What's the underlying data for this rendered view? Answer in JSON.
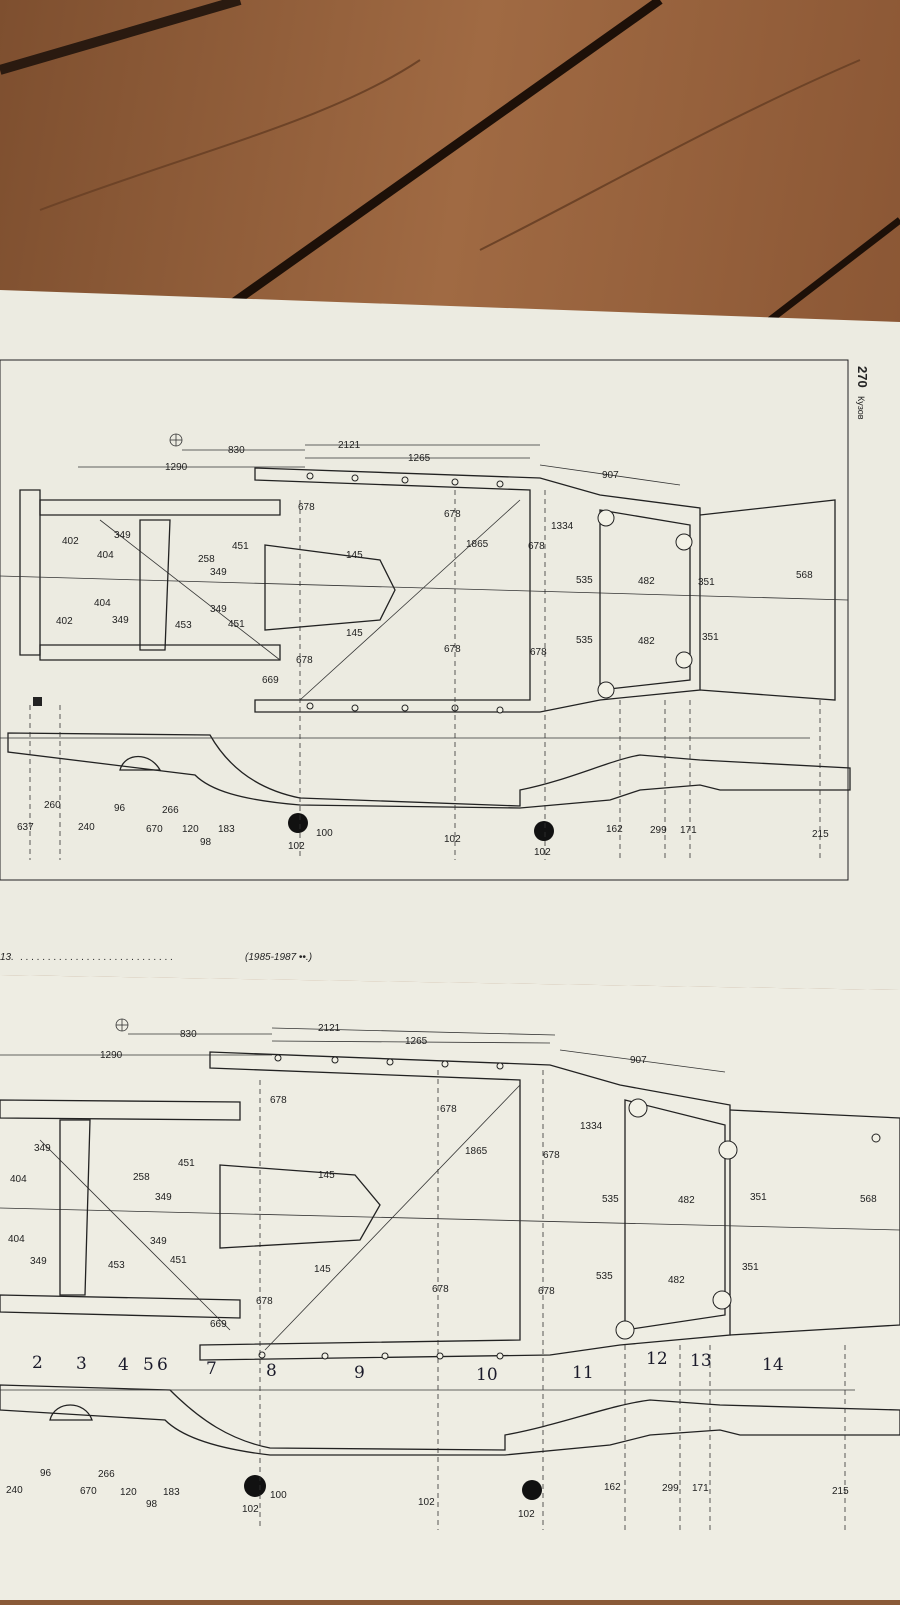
{
  "page": {
    "number": "270",
    "section": "Кузов"
  },
  "caption": {
    "number": "13.",
    "text": ". . . . . . . . . . .  . . . . . . .  . . . . . . . . . .",
    "years": "(1985-1987 ••.)"
  },
  "top_dims": {
    "d830": "830",
    "d1290": "1290",
    "d2121": "2121",
    "d1265": "1265",
    "d907": "907"
  },
  "plan_dims": {
    "d678": "678",
    "d1865": "1865",
    "d1334": "1334",
    "d402": "402",
    "d404": "404",
    "d349": "349",
    "d258": "258",
    "d451": "451",
    "d453": "453",
    "d145": "145",
    "d669": "669",
    "d535": "535",
    "d482": "482",
    "d351": "351",
    "d568": "568"
  },
  "side_dims": {
    "d637": "637",
    "d260": "260",
    "d240": "240",
    "d96": "96",
    "d670": "670",
    "d266": "266",
    "d120": "120",
    "d98": "98",
    "d183": "183",
    "d102": "102",
    "d100": "100",
    "d162": "162",
    "d299": "299",
    "d171": "171",
    "d215": "215"
  },
  "handwritten": [
    "2",
    "3",
    "4",
    "5",
    "6",
    "7",
    "8",
    "9",
    "10",
    "11",
    "12",
    "13",
    "14"
  ]
}
